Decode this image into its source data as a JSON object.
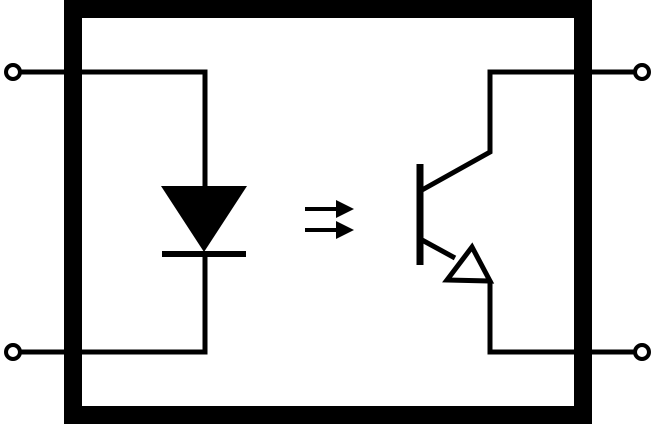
{
  "diagram": {
    "component": "optocoupler",
    "input_side": {
      "element": "light-emitting-diode",
      "terminals": [
        "anode-terminal",
        "cathode-terminal"
      ]
    },
    "coupling": {
      "element": "light-emission-arrows",
      "arrow_count": 2,
      "direction": "right"
    },
    "output_side": {
      "element": "phototransistor",
      "type": "NPN",
      "terminals": [
        "collector-terminal",
        "emitter-terminal"
      ]
    },
    "colors": {
      "stroke": "#000000",
      "background": "#ffffff"
    }
  }
}
